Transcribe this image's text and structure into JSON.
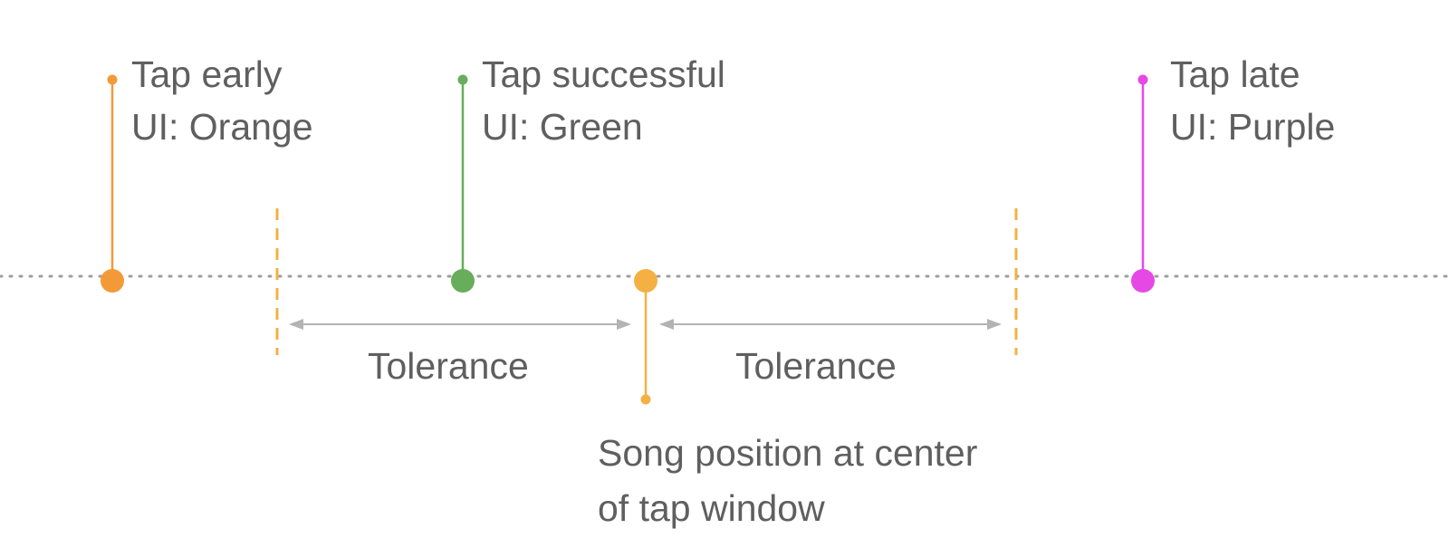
{
  "colors": {
    "timeline": "#9e9e9e",
    "tolerance_arrow": "#b3b3b3",
    "window_boundary": "#f4b042",
    "early": "#f39a38",
    "success": "#67ad5b",
    "center": "#f4b042",
    "late": "#e648e6",
    "text": "#5f5f5f"
  },
  "events": {
    "early": {
      "title": "Tap early",
      "ui": "UI: Orange"
    },
    "success": {
      "title": "Tap successful",
      "ui": "UI: Green"
    },
    "late": {
      "title": "Tap late",
      "ui": "UI: Purple"
    }
  },
  "tolerance": {
    "left_label": "Tolerance",
    "right_label": "Tolerance"
  },
  "center": {
    "line1": "Song position at center",
    "line2": "of tap window"
  }
}
